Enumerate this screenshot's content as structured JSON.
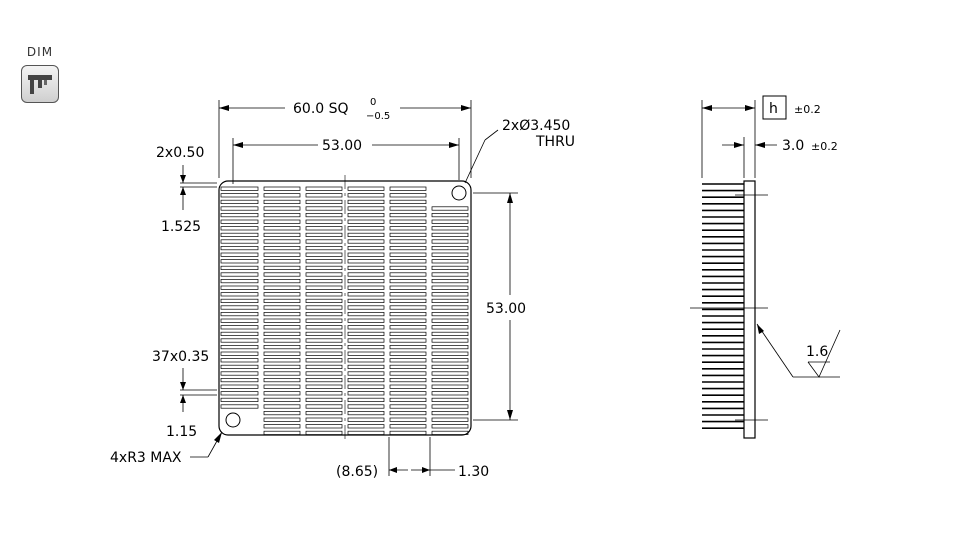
{
  "toolbar": {
    "dim_label": "DIM",
    "dim_icon": "caliper-icon"
  },
  "drawing": {
    "overall_size": "60.0 SQ",
    "overall_tol_upper": "0",
    "overall_tol_lower": "−0.5",
    "hole_spacing_h": "53.00",
    "hole_spacing_v": "53.00",
    "hole_note_1": "2xØ3.450",
    "hole_note_2": "THRU",
    "fin_gap": "2x0.50",
    "top_margin": "1.525",
    "fin_count": "37x0.35",
    "fin_pitch": "1.15",
    "corner_radius": "4xR3 MAX",
    "ref_dim": "(8.65)",
    "slot_width": "1.30",
    "height_symbol": "h",
    "height_tol": "±0.2",
    "base_thickness": "3.0",
    "base_tol": "±0.2",
    "surface_finish": "1.6"
  }
}
